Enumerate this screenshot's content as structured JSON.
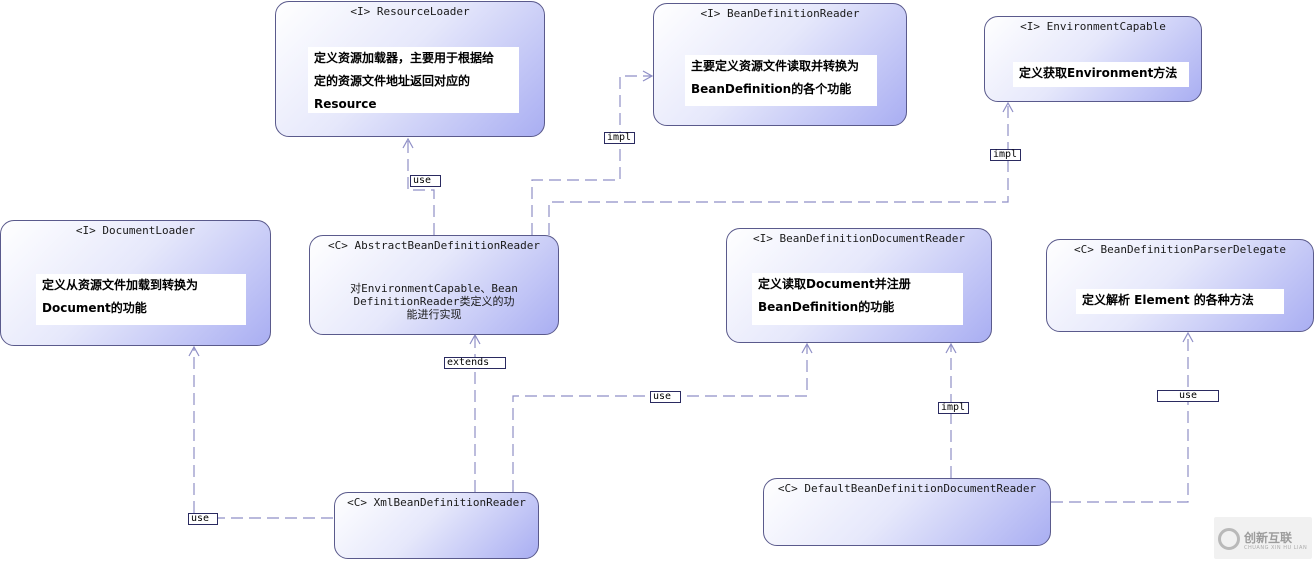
{
  "nodes": {
    "resource_loader": {
      "title": "<I> ResourceLoader",
      "note": [
        "定义资源加载器，主要用于根据给",
        "定的资源文件地址返回对应的",
        "Resource"
      ]
    },
    "bean_definition_reader": {
      "title": "<I> BeanDefinitionReader",
      "note": [
        "主要定义资源文件读取并转换为",
        "BeanDefinition的各个功能"
      ]
    },
    "environment_capable": {
      "title": "<I> EnvironmentCapable",
      "note": [
        "定义获取Environment方法"
      ]
    },
    "document_loader": {
      "title": "<I> DocumentLoader",
      "note": [
        "定义从资源文件加载到转换为",
        "Document的功能"
      ]
    },
    "abstract_bean_definition_reader": {
      "title": "<C> AbstractBeanDefinitionReader",
      "note": [
        "对EnvironmentCapable、Bean",
        "DefinitionReader类定义的功",
        "能进行实现"
      ]
    },
    "bean_definition_document_reader": {
      "title": "<I> BeanDefinitionDocumentReader",
      "note": [
        "定义读取Document并注册",
        "BeanDefinition的功能"
      ]
    },
    "bean_definition_parser_delegate": {
      "title": "<C> BeanDefinitionParserDelegate",
      "note": [
        "定义解析 Element 的各种方法"
      ]
    },
    "xml_bean_definition_reader": {
      "title": "<C> XmlBeanDefinitionReader"
    },
    "default_bean_definition_document_reader": {
      "title": "<C> DefaultBeanDefinitionDocumentReader"
    }
  },
  "relations": [
    {
      "id": "abstract-use-resource-loader",
      "label": "use"
    },
    {
      "id": "abstract-impl-reader",
      "label": "impl"
    },
    {
      "id": "abstract-impl-environment",
      "label": "impl"
    },
    {
      "id": "xml-extends-abstract",
      "label": "extends"
    },
    {
      "id": "xml-use-document-loader",
      "label": "use"
    },
    {
      "id": "xml-use-document-reader",
      "label": "use"
    },
    {
      "id": "default-impl-document-reader",
      "label": "impl"
    },
    {
      "id": "default-use-parser-delegate",
      "label": "use"
    }
  ],
  "watermark": {
    "text": "创新互联",
    "sub": "CHUANG XIN HU LIAN"
  },
  "colors": {
    "line": "#8f8fc6",
    "border": "#5a5a8c",
    "gradient_end": "#a9aef2"
  }
}
